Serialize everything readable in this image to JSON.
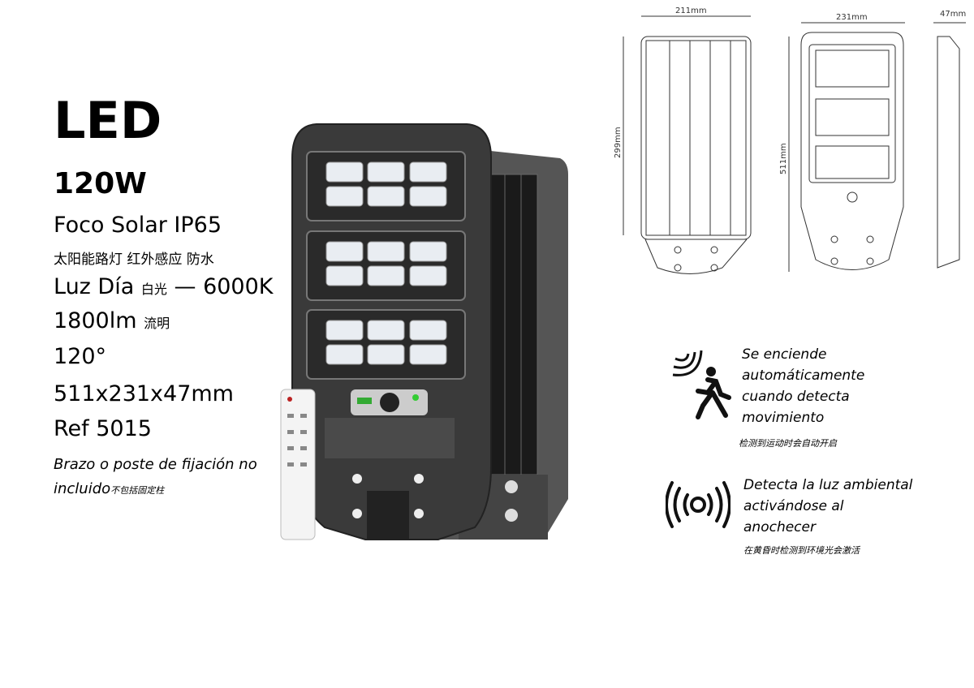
{
  "title": "LED",
  "power": "120W",
  "specs": {
    "type": "Foco Solar IP65",
    "type_cn": "太阳能路灯 红外感应 防水",
    "light": "Luz Día",
    "light_cn": "白光",
    "temp": "— 6000K",
    "lumens": "1800lm",
    "lumens_cn": "流明",
    "angle": "120°",
    "size": "511x231x47mm",
    "ref": "Ref 5015",
    "note1": "Brazo o poste de fijación no",
    "note2": "incluido",
    "note_cn": "不包括固定柱"
  },
  "dimensions": {
    "front_width": "211mm",
    "front_height": "299mm",
    "back_width": "231mm",
    "back_height": "511mm",
    "depth": "47mm"
  },
  "features": [
    {
      "icon": "motion-sensor-icon",
      "lines": [
        "Se enciende",
        "automáticamente",
        "cuando detecta",
        "movimiento"
      ],
      "cn": "检测到运动时会自动开启"
    },
    {
      "icon": "light-sensor-icon",
      "lines": [
        "Detecta la luz ambiental",
        "activándose al",
        "anochecer"
      ],
      "cn": "在黄昏时检测到环境光会激活"
    }
  ]
}
